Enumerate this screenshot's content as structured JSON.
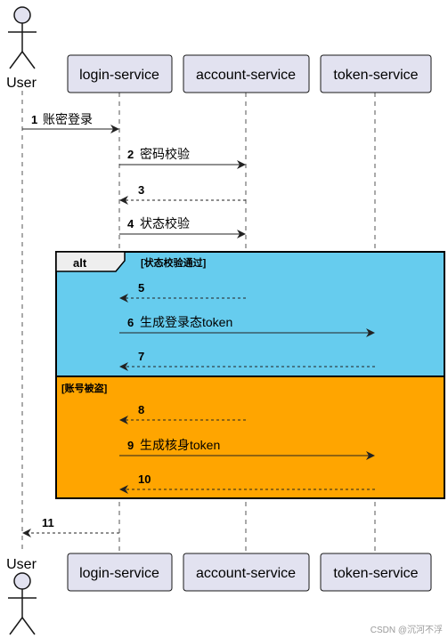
{
  "participants": {
    "user": "User",
    "login": "login-service",
    "account": "account-service",
    "token": "token-service"
  },
  "messages": [
    {
      "num": "1",
      "label": "账密登录"
    },
    {
      "num": "2",
      "label": "密码校验"
    },
    {
      "num": "3",
      "label": ""
    },
    {
      "num": "4",
      "label": "状态校验"
    },
    {
      "num": "5",
      "label": ""
    },
    {
      "num": "6",
      "label": "生成登录态token"
    },
    {
      "num": "7",
      "label": ""
    },
    {
      "num": "8",
      "label": ""
    },
    {
      "num": "9",
      "label": "生成核身token"
    },
    {
      "num": "10",
      "label": ""
    },
    {
      "num": "11",
      "label": ""
    }
  ],
  "alt": {
    "keyword": "alt",
    "guard1": "[状态校验通过]",
    "guard2": "[账号被盗]",
    "color1": "#66CCEE",
    "color2": "#FFA500"
  },
  "watermark": "CSDN @沉河不浮"
}
